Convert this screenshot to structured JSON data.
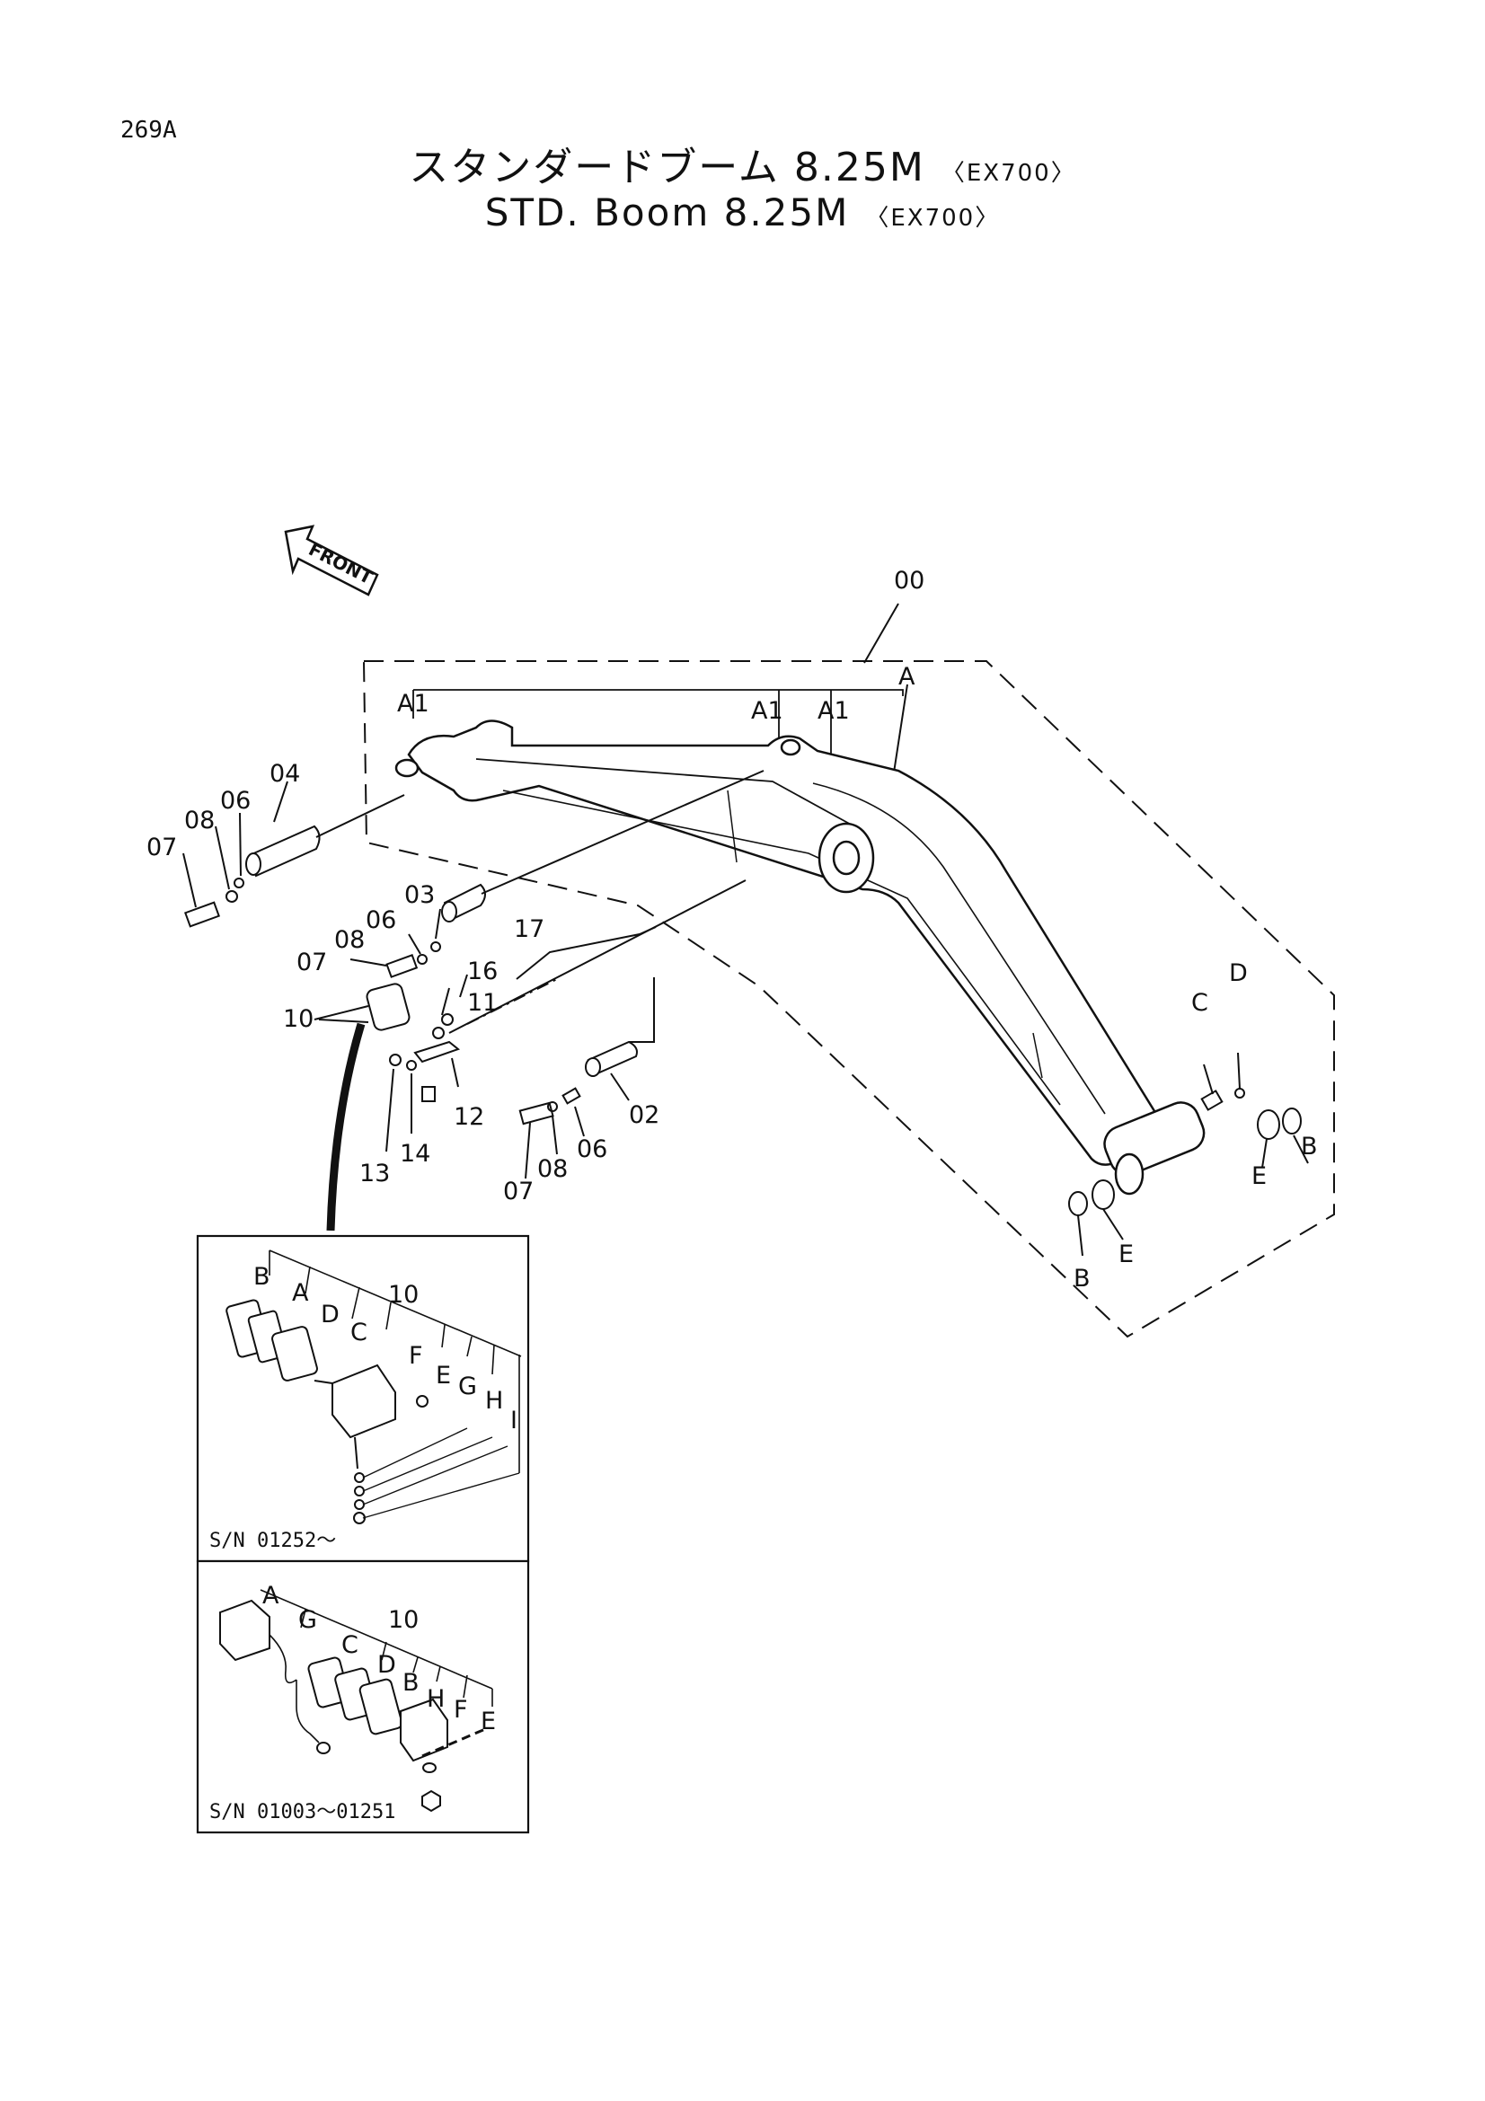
{
  "header": {
    "page_id": "269A",
    "title_jp": "スタンダードブーム 8.25M",
    "title_jp_model": "〈EX700〉",
    "title_en": "STD. Boom 8.25M",
    "title_en_model": "〈EX700〉"
  },
  "front_arrow": {
    "label": "FRONT"
  },
  "labels": {
    "p00": "00",
    "A": "A",
    "A1_left": "A1",
    "A1_mid": "A1",
    "A1_right": "A1",
    "p04": "04",
    "p06a": "06",
    "p08a": "08",
    "p07a": "07",
    "p03": "03",
    "p06b": "06",
    "p08b": "08",
    "p07b": "07",
    "p17": "17",
    "p16": "16",
    "p11": "11",
    "p10": "10",
    "p12": "12",
    "p13": "13",
    "p14": "14",
    "p07c": "07",
    "p08c": "08",
    "p06c": "06",
    "p02": "02",
    "D": "D",
    "C": "C",
    "B_right": "B",
    "E_right": "E",
    "E_low": "E",
    "B_low": "B"
  },
  "inset_upper": {
    "serial": "S/N 01252～",
    "labels": {
      "B": "B",
      "A": "A",
      "D": "D",
      "C": "C",
      "p10": "10",
      "F": "F",
      "E": "E",
      "G": "G",
      "H": "H",
      "I": "I"
    }
  },
  "inset_lower": {
    "serial": "S/N 01003～01251",
    "labels": {
      "A": "A",
      "G": "G",
      "p10": "10",
      "C": "C",
      "D": "D",
      "B": "B",
      "H": "H",
      "F": "F",
      "E": "E"
    }
  }
}
